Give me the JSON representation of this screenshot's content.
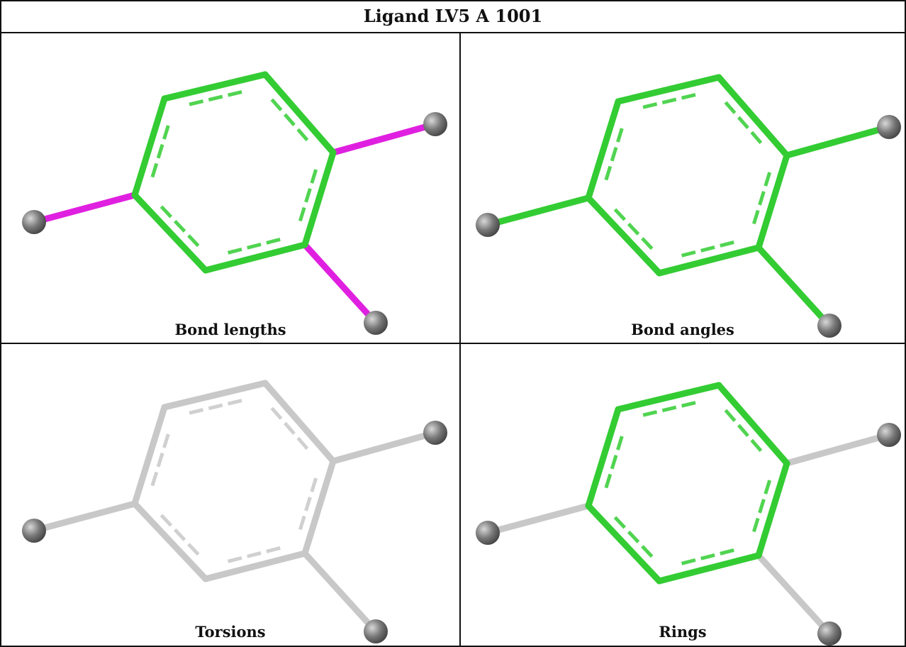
{
  "title": "Ligand LV5 A 1001",
  "panels": [
    {
      "caption": "Bond lengths",
      "ring_color": "#33cc33",
      "substituent_colors": [
        "#e020e0",
        "#e020e0",
        "#e020e0"
      ]
    },
    {
      "caption": "Bond angles",
      "ring_color": "#33cc33",
      "substituent_colors": [
        "#33cc33",
        "#33cc33",
        "#33cc33"
      ]
    },
    {
      "caption": "Torsions",
      "ring_color": "#c8c8c8",
      "substituent_colors": [
        "#c8c8c8",
        "#c8c8c8",
        "#c8c8c8"
      ]
    },
    {
      "caption": "Rings",
      "ring_color": "#33cc33",
      "substituent_colors": [
        "#c8c8c8",
        "#c8c8c8",
        "#c8c8c8"
      ]
    }
  ],
  "atom_color": "#777777"
}
